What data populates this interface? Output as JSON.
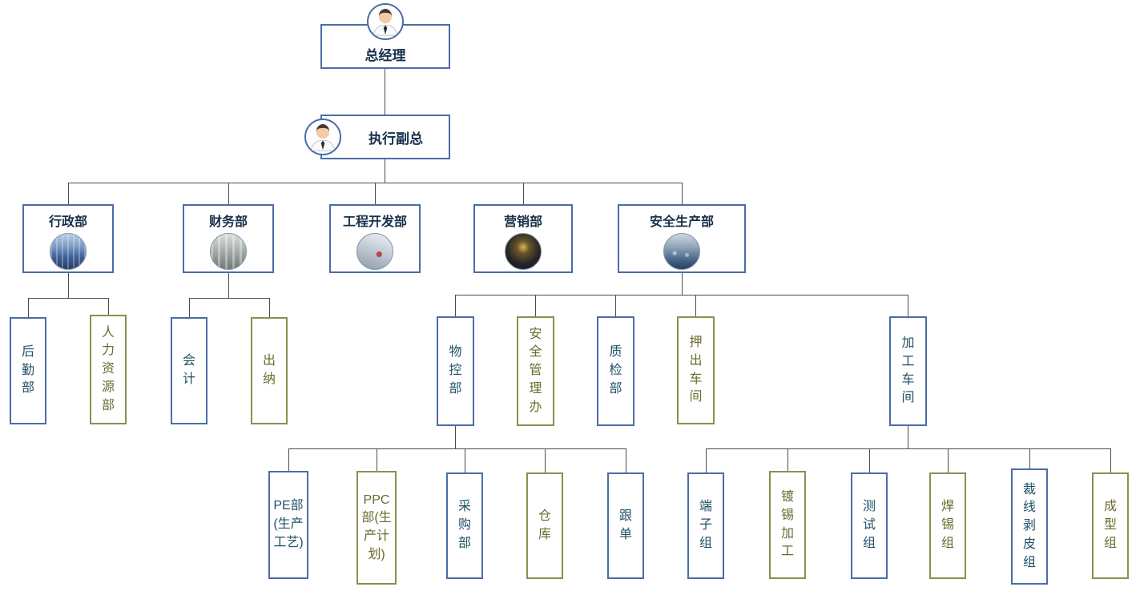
{
  "org_chart": {
    "general_manager": {
      "label": "总经理",
      "icon": "person-avatar-icon"
    },
    "executive_vp": {
      "label": "执行副总",
      "icon": "person-avatar-icon"
    },
    "departments": [
      {
        "label": "行政部",
        "photo": "admin-building-photo"
      },
      {
        "label": "财务部",
        "photo": "finance-office-photo"
      },
      {
        "label": "工程开发部",
        "photo": "engineering-machinery-photo"
      },
      {
        "label": "营销部",
        "photo": "marketing-storefront-photo"
      },
      {
        "label": "安全生产部",
        "photo": "factory-floor-photo"
      }
    ],
    "admin_children": [
      {
        "label": "后勤部"
      },
      {
        "label": "人力资源部"
      }
    ],
    "finance_children": [
      {
        "label": "会计"
      },
      {
        "label": "出纳"
      }
    ],
    "safety_children": [
      {
        "label": "物控部"
      },
      {
        "label": "安全管理办"
      },
      {
        "label": "质检部"
      },
      {
        "label": "押出车间"
      },
      {
        "label": "加工车间"
      }
    ],
    "material_control_children": [
      {
        "label": "PE部(生产工艺)"
      },
      {
        "label": "PPC部(生产计划)"
      },
      {
        "label": "采购部"
      },
      {
        "label": "仓库"
      },
      {
        "label": "跟单"
      }
    ],
    "processing_workshop_children": [
      {
        "label": "端子组"
      },
      {
        "label": "镀锡加工"
      },
      {
        "label": "测试组"
      },
      {
        "label": "焊锡组"
      },
      {
        "label": "裁线剥皮组"
      },
      {
        "label": "成型组"
      }
    ]
  },
  "colors": {
    "blue_border": "#4a6da7",
    "olive_border": "#8e8e4f",
    "blue_text": "#205067",
    "olive_text": "#6b6b2f",
    "heading_text": "#17304a",
    "connector_line": "#4d4d4d",
    "background": "#ffffff"
  }
}
